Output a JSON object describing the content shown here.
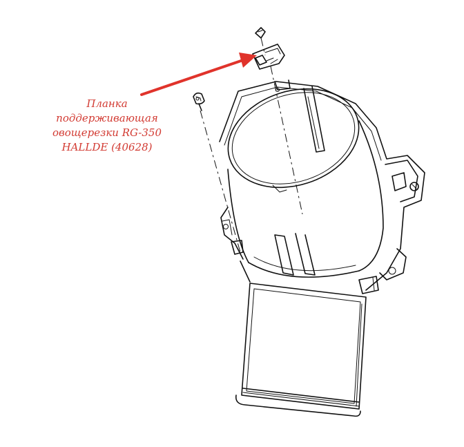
{
  "callout": {
    "lines": [
      "Планка",
      "поддерживающая",
      "овощерезки RG-350",
      "HALLDE (40628)"
    ],
    "color": "#d23a32"
  },
  "diagram": {
    "subject": "vegetable cutter feed hopper exploded view",
    "highlighted_part": "support bar",
    "arrow_color": "#e0332b"
  }
}
